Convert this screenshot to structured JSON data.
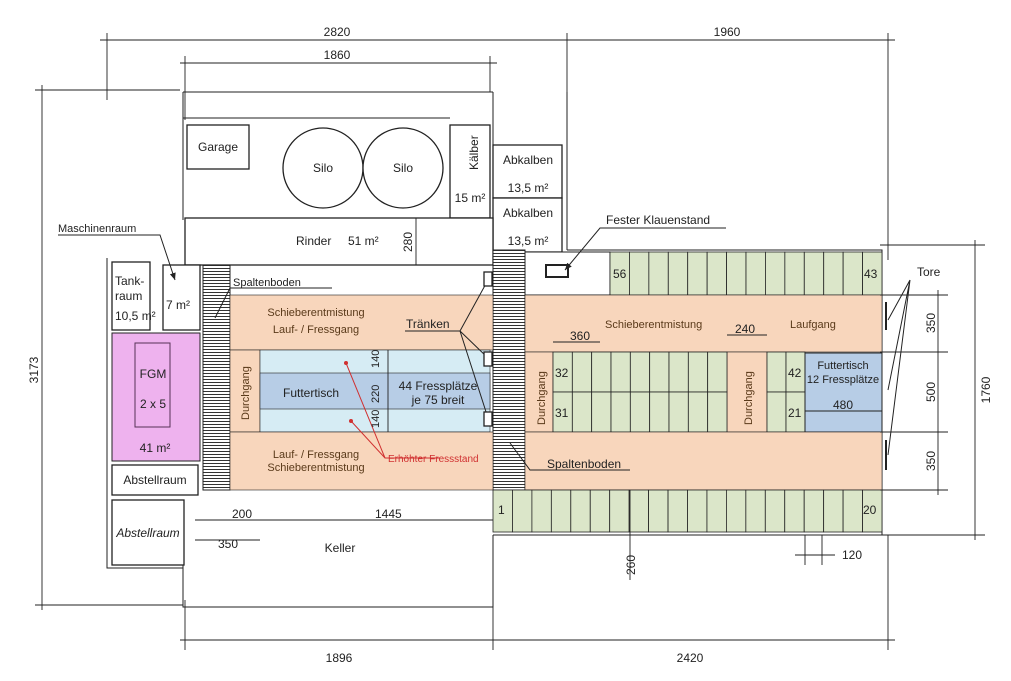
{
  "colors": {
    "orange": "#f8d6bc",
    "stall": "#dbe6c9",
    "futter_light": "#d6ecf4",
    "futter_dark": "#b7cde6",
    "fgm": "#eeb2ee",
    "red": "#d03030"
  },
  "dims": {
    "top_total": "2820",
    "top_right": "1960",
    "top_inner": "1860",
    "left_total": "3173",
    "right_total": "1760",
    "right_a": "350",
    "right_b": "500",
    "right_c": "350",
    "bottom_left": "1896",
    "bottom_right": "2420",
    "d280": "280",
    "d140a": "140",
    "d220": "220",
    "d140b": "140",
    "d200": "200",
    "d1445": "1445",
    "d350": "350",
    "d360": "360",
    "d240": "240",
    "d480": "480",
    "d260": "260",
    "d120": "120"
  },
  "rooms": {
    "garage": "Garage",
    "silo1": "Silo",
    "silo2": "Silo",
    "kaelber": "Kälber",
    "kaelber_area": "15 m²",
    "abkalben1": "Abkalben",
    "abkalben1_area": "13,5 m²",
    "abkalben2": "Abkalben",
    "abkalben2_area": "13,5 m²",
    "rinder": "Rinder",
    "rinder_area": "51 m²",
    "maschinenraum": "Maschinenraum",
    "tank1": "Tank-",
    "tank2": "raum",
    "tank_area": "10,5 m²",
    "small_area": "7 m²",
    "fgm": "FGM",
    "fgm_size": "2 x 5",
    "fgm_area": "41 m²",
    "abstell1": "Abstellraum",
    "abstell2": "Abstellraum",
    "keller": "Keller"
  },
  "labels": {
    "spaltenboden1": "Spaltenboden",
    "schieber1": "Schieberentmistung",
    "laufgang1": "Lauf- / Fressgang",
    "traenken": "Tränken",
    "durchgang": "Durchgang",
    "futtertisch": "Futtertisch",
    "fress1": "44 Fressplätze",
    "fress2": "je 75 breit",
    "laufgang2": "Lauf- / Fressgang",
    "schieber2": "Schieberentmistung",
    "erhoeht": "Erhöhter Fressstand",
    "klauenstand": "Fester Klauenstand",
    "tore": "Tore",
    "schieber3": "Schieberentmistung",
    "laufgang3": "Laufgang",
    "durchgang2": "Durchgang",
    "durchgang3": "Durchgang",
    "futtertisch2": "Futtertisch",
    "fress3": "12 Fressplätze",
    "spaltenboden2": "Spaltenboden"
  },
  "stall_numbers": {
    "top_first": "56",
    "top_last": "43",
    "mid_top_left": "32",
    "mid_bottom_left": "31",
    "mid_top_right": "42",
    "mid_bottom_right": "21",
    "bottom_first": "1",
    "bottom_last": "20"
  }
}
